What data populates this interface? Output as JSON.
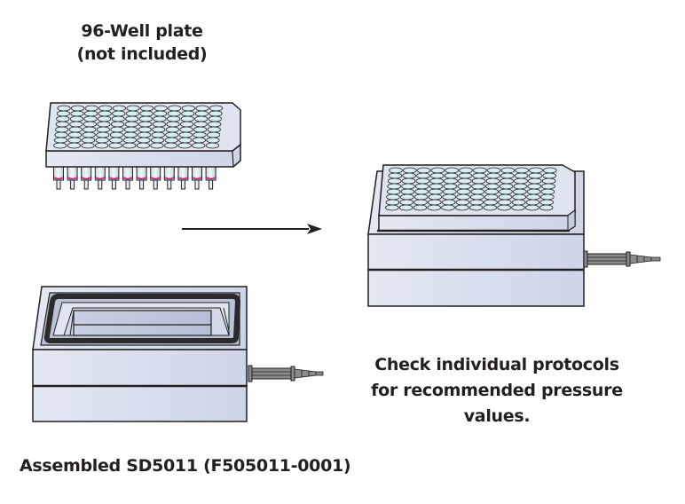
{
  "labels": {
    "plate_line1": "96-Well plate",
    "plate_line2": "(not included)",
    "note_line1": "Check individual protocols",
    "note_line2": "for recommended pressure",
    "note_line3": "values.",
    "assembled": "Assembled SD5011 (F505011-0001)"
  },
  "plate": {
    "rows": 8,
    "columns": 12
  },
  "colors": {
    "outline": "#231f20",
    "body_fill": "#d5dcec",
    "face_fill": "#dfe5f1",
    "well_fill": "#d6eef2",
    "tip_ring": "#d4127a",
    "connector": "#8a8b8c"
  }
}
